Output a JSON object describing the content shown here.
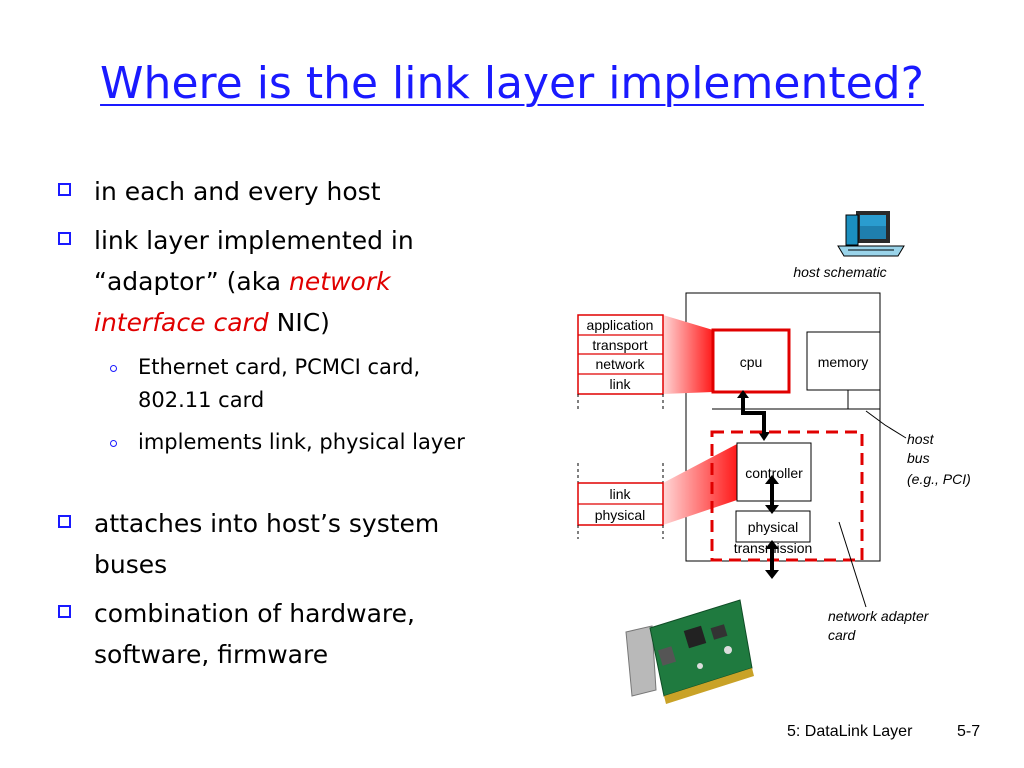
{
  "title": "Where is the link layer implemented?",
  "bullets": [
    {
      "text": "in each and every host"
    },
    {
      "pre": "link layer implemented in “adaptor” (aka ",
      "emph": "network interface card",
      "post": " NIC)"
    },
    {
      "text": "attaches into host’s system buses"
    },
    {
      "text": "combination of hardware, software, firmware"
    }
  ],
  "sub_bullets": [
    "Ethernet card, PCMCI card, 802.11 card",
    "implements link, physical layer"
  ],
  "diagram": {
    "host_schematic_label": "host schematic",
    "stack_top": [
      "application",
      "transport",
      "network",
      "link"
    ],
    "stack_bottom": [
      "link",
      "physical"
    ],
    "cpu": "cpu",
    "memory": "memory",
    "controller": "controller",
    "physical": "physical",
    "transmission": "transmission",
    "host_bus_label": [
      "host",
      "bus",
      "(e.g., PCI)"
    ],
    "adapter_label": [
      "network adapter",
      "card"
    ]
  },
  "footer": {
    "chapter": "5: DataLink Layer",
    "page": "5-7"
  },
  "colors": {
    "title": "#1a1aff",
    "accent": "#e00000"
  }
}
